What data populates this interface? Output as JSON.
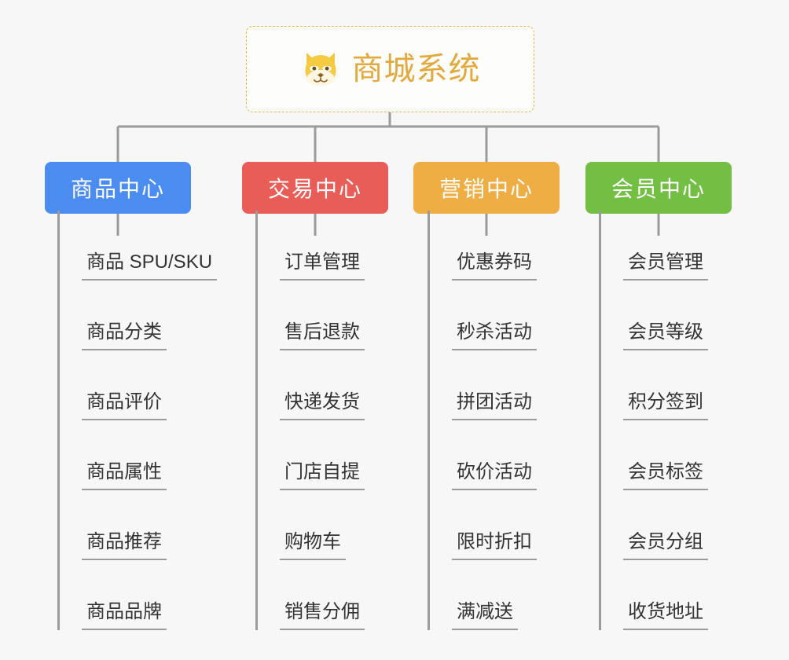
{
  "page": {
    "background": "#f7f7f7",
    "line_color": "#9b9b9b"
  },
  "root": {
    "title": "商城系统",
    "icon": "dog-face-emoji",
    "text_color": "#e3a93c",
    "border_color": "#f0b341",
    "border_style": "dashed"
  },
  "branches": [
    {
      "label": "商品中心",
      "color": "#4a8cf0",
      "items": [
        "商品 SPU/SKU",
        "商品分类",
        "商品评价",
        "商品属性",
        "商品推荐",
        "商品品牌"
      ]
    },
    {
      "label": "交易中心",
      "color": "#e85d57",
      "items": [
        "订单管理",
        "售后退款",
        "快递发货",
        "门店自提",
        "购物车",
        "销售分佣"
      ]
    },
    {
      "label": "营销中心",
      "color": "#eeae44",
      "items": [
        "优惠券码",
        "秒杀活动",
        "拼团活动",
        "砍价活动",
        "限时折扣",
        "满减送"
      ]
    },
    {
      "label": "会员中心",
      "color": "#73bf44",
      "items": [
        "会员管理",
        "会员等级",
        "积分签到",
        "会员标签",
        "会员分组",
        "收货地址"
      ]
    }
  ]
}
